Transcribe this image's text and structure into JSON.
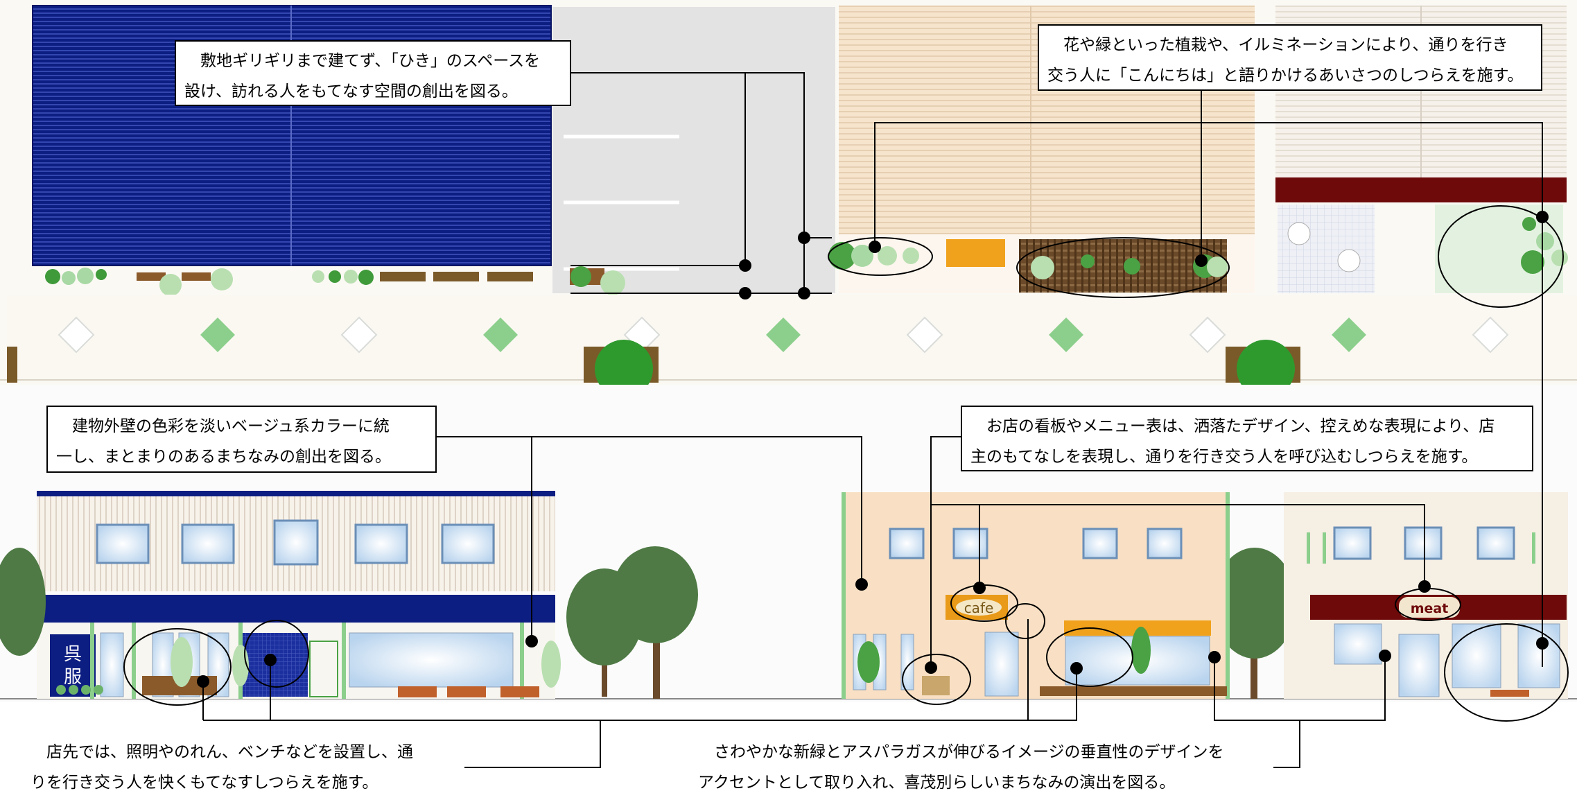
{
  "callouts": {
    "hiki": {
      "line1": "敷地ギリギリまで建てず、「ひき」のスペースを",
      "line2": "設け、訪れる人をもてなす空間の創出を図る。"
    },
    "planting": {
      "line1": "花や緑といった植栽や、イルミネーションにより、通りを行き",
      "line2": "交う人に「こんにちは」と語りかけるあいさつのしつらえを施す。"
    },
    "facade_color": {
      "line1": "建物外壁の色彩を淡いベージュ系カラーに統",
      "line2": "一し、まとまりのあるまちなみの創出を図る。"
    },
    "signboard": {
      "line1": "お店の看板やメニュー表は、洒落たデザイン、控えめな表現により、店",
      "line2": "主のもてなしを表現し、通りを行き交う人を呼び込むしつらえを施す。"
    },
    "storefront": {
      "line1": "店先では、照明やのれん、ベンチなどを設置し、通",
      "line2": "りを行き交う人を快くもてなすしつらえを施す。"
    },
    "asparagus": {
      "line1": "さわやかな新緑とアスパラガスが伸びるイメージの垂直性のデザインを",
      "line2": "アクセントとして取り入れ、喜茂別らしいまちなみの演出を図る。"
    }
  },
  "signs": {
    "gofuku_1": "呉",
    "gofuku_2": "服",
    "cafe": "cafe",
    "meat": "meat"
  },
  "colors": {
    "navy_building": "#0d1e82",
    "beige_wall": "#f6dcbf",
    "cream_wall": "#f8f1e6",
    "cafe_sign": "#e89a18",
    "meat_awning": "#6e0a0a",
    "tree_green": "#4f7a45",
    "leaf_green": "#6cb36a",
    "paver_green": "#8ccf8c"
  }
}
